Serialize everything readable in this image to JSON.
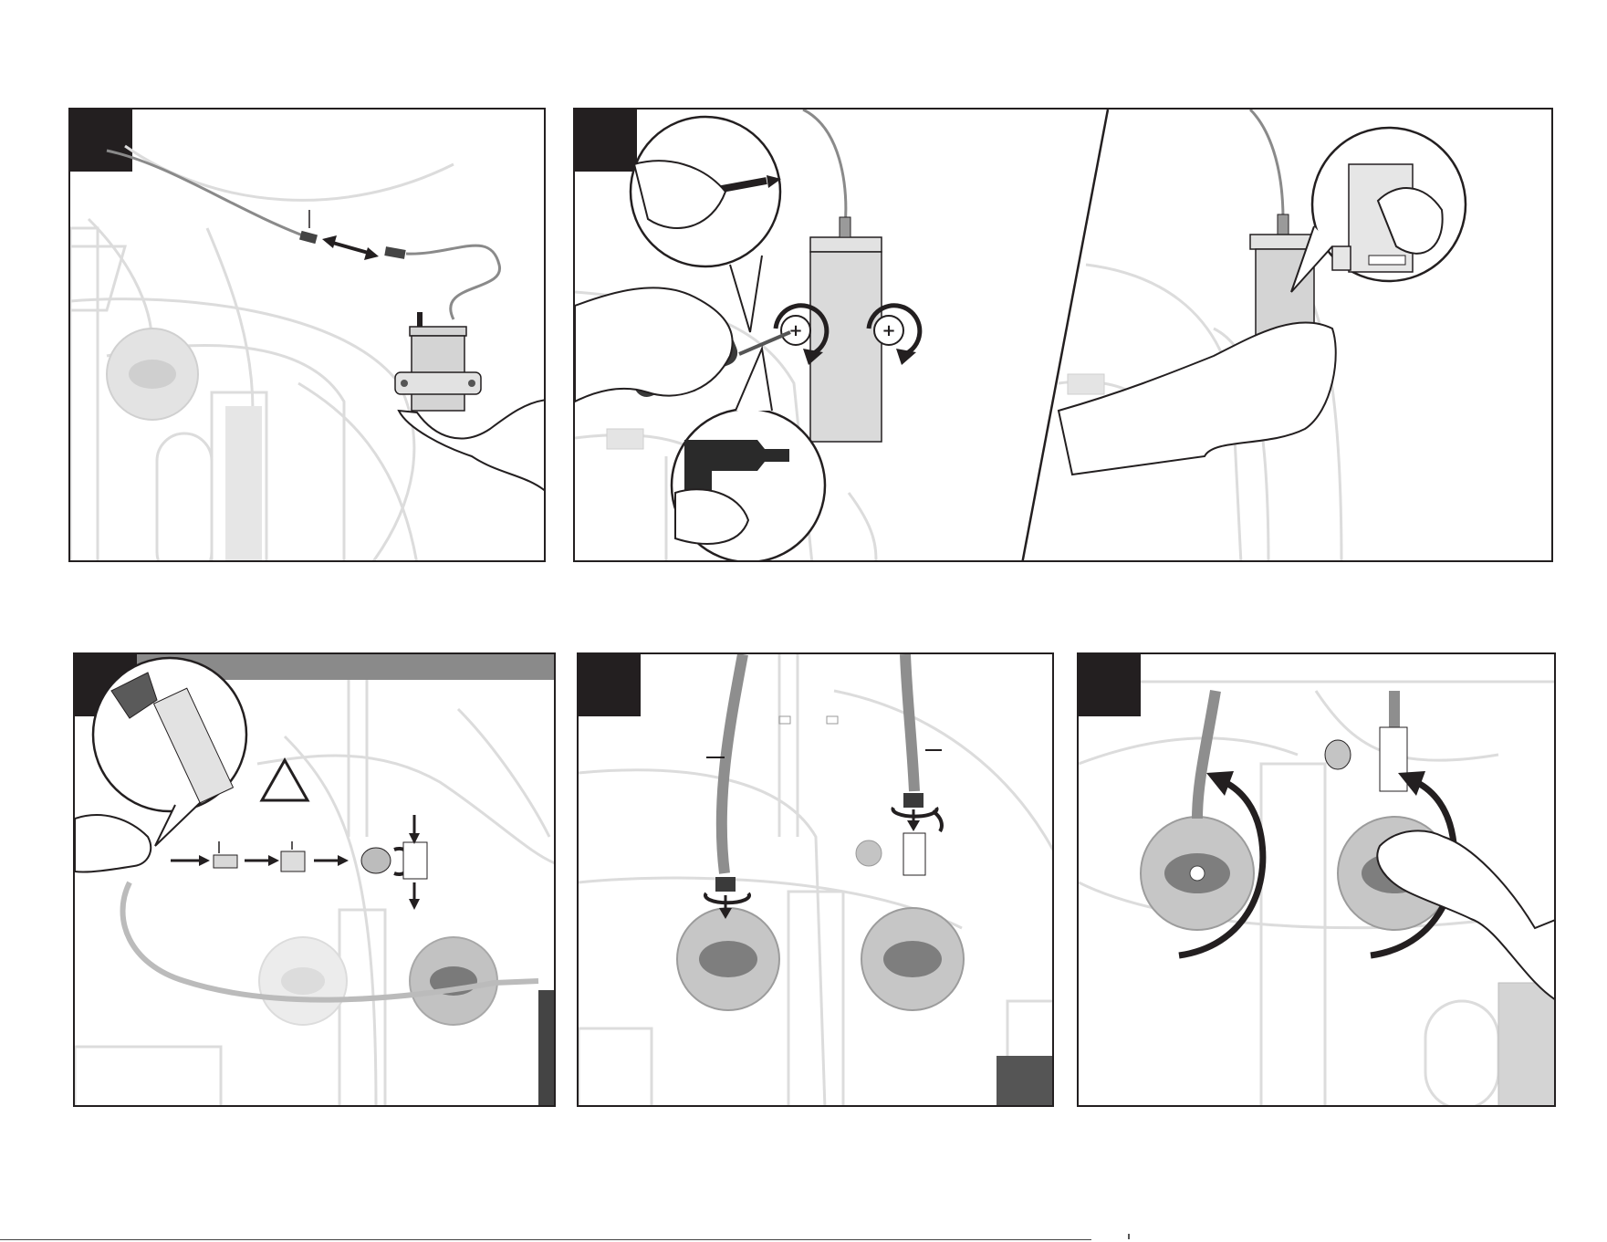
{
  "document": {
    "type": "installation-illustration-sheet",
    "panels": [
      {
        "id": "connect-cable",
        "label": ""
      },
      {
        "id": "mount-sensor-box",
        "label": ""
      },
      {
        "id": "cut-tubing-assemble",
        "label": ""
      },
      {
        "id": "connect-supply-hoses",
        "label": ""
      },
      {
        "id": "open-valves",
        "label": ""
      }
    ],
    "caution_symbol": "warning-triangle-icon"
  },
  "colors": {
    "frame": "#231f20",
    "tab": "#231f20",
    "faded_line": "#d9d9d9",
    "mid_gray": "#8a8a8a",
    "fill_gray": "#d4d4d4",
    "dark_gray": "#5a5a5a"
  }
}
